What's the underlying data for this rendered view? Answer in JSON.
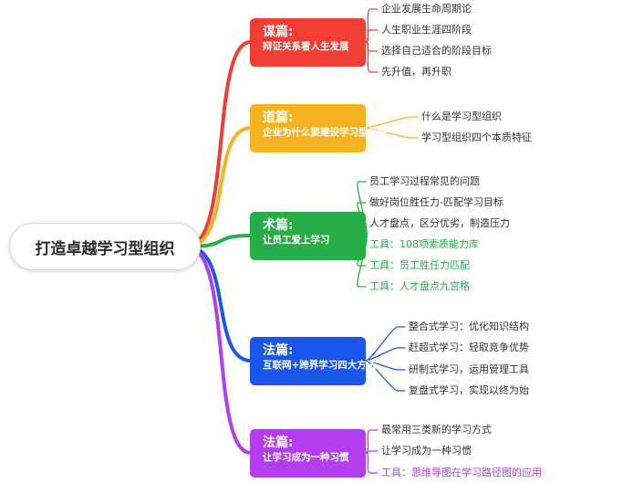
{
  "root": {
    "label": "打造卓越学习型组织"
  },
  "branches": [
    {
      "title": "谋篇:",
      "subtitle": "辩证关系看人生发展",
      "color": "#f23d33",
      "leaves": [
        {
          "text": "企业发展生命周期论",
          "color": "#333333"
        },
        {
          "text": "人生职业生涯四阶段",
          "color": "#333333"
        },
        {
          "text": "选择自己适合的阶段目标",
          "color": "#333333"
        },
        {
          "text": "先升值，再升职",
          "color": "#333333"
        }
      ]
    },
    {
      "title": "道篇:",
      "subtitle": "企业为什么要建设学习型组织",
      "color": "#f5b324",
      "leaves": [
        {
          "text": "什么是学习型组织",
          "color": "#333333"
        },
        {
          "text": "学习型组织四个本质特征",
          "color": "#333333"
        }
      ]
    },
    {
      "title": "术篇:",
      "subtitle": "让员工爱上学习",
      "color": "#27ae48",
      "leaves": [
        {
          "text": "员工学习过程常见的问题",
          "color": "#333333"
        },
        {
          "text": "做好岗位胜任力-匹配学习目标",
          "color": "#333333"
        },
        {
          "text": "人才盘点，区分优劣，制造压力",
          "color": "#333333"
        },
        {
          "text": "工具：108项素质能力库",
          "color": "#27ae48"
        },
        {
          "text": "工具：员工胜任力匹配",
          "color": "#27ae48"
        },
        {
          "text": "工具：人才盘点九宫格",
          "color": "#27ae48"
        }
      ]
    },
    {
      "title": "法篇:",
      "subtitle": "互联网+跨界学习四大方法",
      "color": "#1b56ea",
      "leaves": [
        {
          "text": "整合式学习：优化知识结构",
          "color": "#333333"
        },
        {
          "text": "赶超式学习：轻取竞争优势",
          "color": "#333333"
        },
        {
          "text": "研制式学习，运用管理工具",
          "color": "#333333"
        },
        {
          "text": "复盘式学习，实现以终为始",
          "color": "#333333"
        }
      ]
    },
    {
      "title": "法篇:",
      "subtitle": "让学习成为一种习惯",
      "color": "#b23ef0",
      "leaves": [
        {
          "text": "最常用三类新的学习方式",
          "color": "#333333"
        },
        {
          "text": "让学习成为一种习惯",
          "color": "#333333"
        },
        {
          "text": "工具：思维导图在学习路径图的应用",
          "color": "#b23ef0"
        }
      ]
    }
  ]
}
